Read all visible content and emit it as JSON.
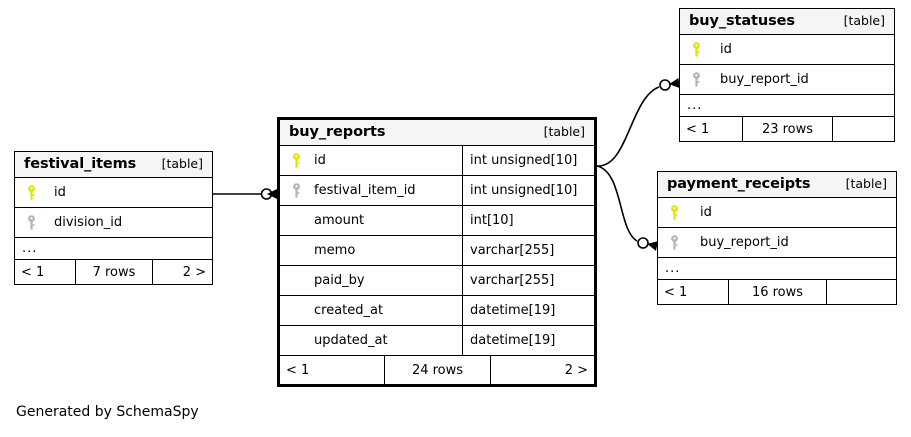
{
  "diagram": {
    "caption": "Generated by SchemaSpy",
    "colors": {
      "primary_key": "#e3e300",
      "foreign_key": "#b4b4b4",
      "header_background": "#f5f5f5",
      "border": "#000000",
      "background": "#ffffff"
    }
  },
  "tables": {
    "festival_items": {
      "name": "festival_items",
      "kind": "[table]",
      "columns": [
        {
          "key": "primary-key-icon",
          "name": "id",
          "type": ""
        },
        {
          "key": "foreign-key-icon",
          "name": "division_id",
          "type": ""
        }
      ],
      "ellipsis": "...",
      "footer": {
        "prev": "< 1",
        "rows": "7 rows",
        "next": "2 >"
      }
    },
    "buy_reports": {
      "name": "buy_reports",
      "kind": "[table]",
      "columns": [
        {
          "key": "primary-key-icon",
          "name": "id",
          "type": "int unsigned[10]"
        },
        {
          "key": "foreign-key-icon",
          "name": "festival_item_id",
          "type": "int unsigned[10]"
        },
        {
          "key": "none",
          "name": "amount",
          "type": "int[10]"
        },
        {
          "key": "none",
          "name": "memo",
          "type": "varchar[255]"
        },
        {
          "key": "none",
          "name": "paid_by",
          "type": "varchar[255]"
        },
        {
          "key": "none",
          "name": "created_at",
          "type": "datetime[19]"
        },
        {
          "key": "none",
          "name": "updated_at",
          "type": "datetime[19]"
        }
      ],
      "footer": {
        "prev": "< 1",
        "rows": "24 rows",
        "next": "2 >"
      }
    },
    "buy_statuses": {
      "name": "buy_statuses",
      "kind": "[table]",
      "columns": [
        {
          "key": "primary-key-icon",
          "name": "id",
          "type": ""
        },
        {
          "key": "foreign-key-icon",
          "name": "buy_report_id",
          "type": ""
        }
      ],
      "ellipsis": "...",
      "footer": {
        "prev": "< 1",
        "rows": "23 rows",
        "next": ""
      }
    },
    "payment_receipts": {
      "name": "payment_receipts",
      "kind": "[table]",
      "columns": [
        {
          "key": "primary-key-icon",
          "name": "id",
          "type": ""
        },
        {
          "key": "foreign-key-icon",
          "name": "buy_report_id",
          "type": ""
        }
      ],
      "ellipsis": "...",
      "footer": {
        "prev": "< 1",
        "rows": "16 rows",
        "next": ""
      }
    }
  }
}
